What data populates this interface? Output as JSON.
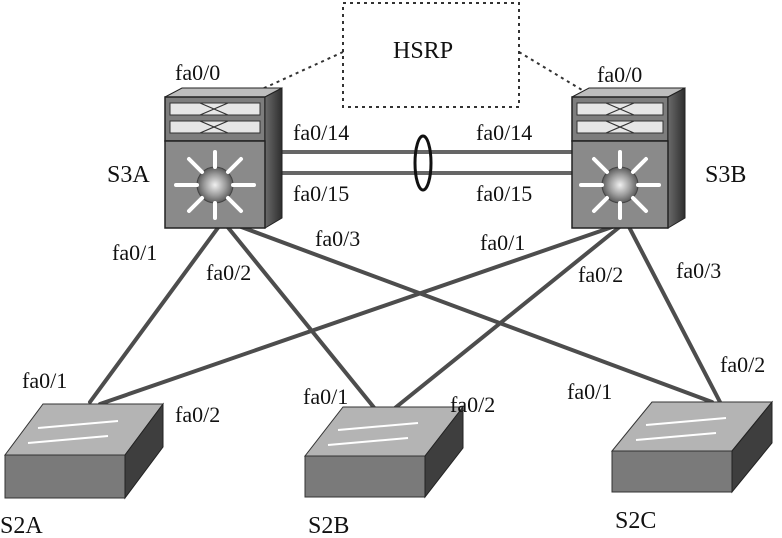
{
  "hsrp": {
    "label": "HSRP"
  },
  "devices": {
    "s3a": "S3A",
    "s3b": "S3B",
    "s2a": "S2A",
    "s2b": "S2B",
    "s2c": "S2C"
  },
  "ports": {
    "s3a_fa00": "fa0/0",
    "s3b_fa00": "fa0/0",
    "s3a_fa014": "fa0/14",
    "s3a_fa015": "fa0/15",
    "s3b_fa014": "fa0/14",
    "s3b_fa015": "fa0/15",
    "s3a_fa01": "fa0/1",
    "s3a_fa02": "fa0/2",
    "s3a_fa03": "fa0/3",
    "s3b_fa01": "fa0/1",
    "s3b_fa02": "fa0/2",
    "s3b_fa03": "fa0/3",
    "s2a_fa01": "fa0/1",
    "s2a_fa02": "fa0/2",
    "s2b_fa01": "fa0/1",
    "s2b_fa02": "fa0/2",
    "s2c_fa01": "fa0/1",
    "s2c_fa02": "fa0/2"
  },
  "colors": {
    "link": "#555555",
    "switch_front": "#7a7a7a",
    "switch_top": "#c8c8c8",
    "switch_side": "#3e3e3e"
  }
}
